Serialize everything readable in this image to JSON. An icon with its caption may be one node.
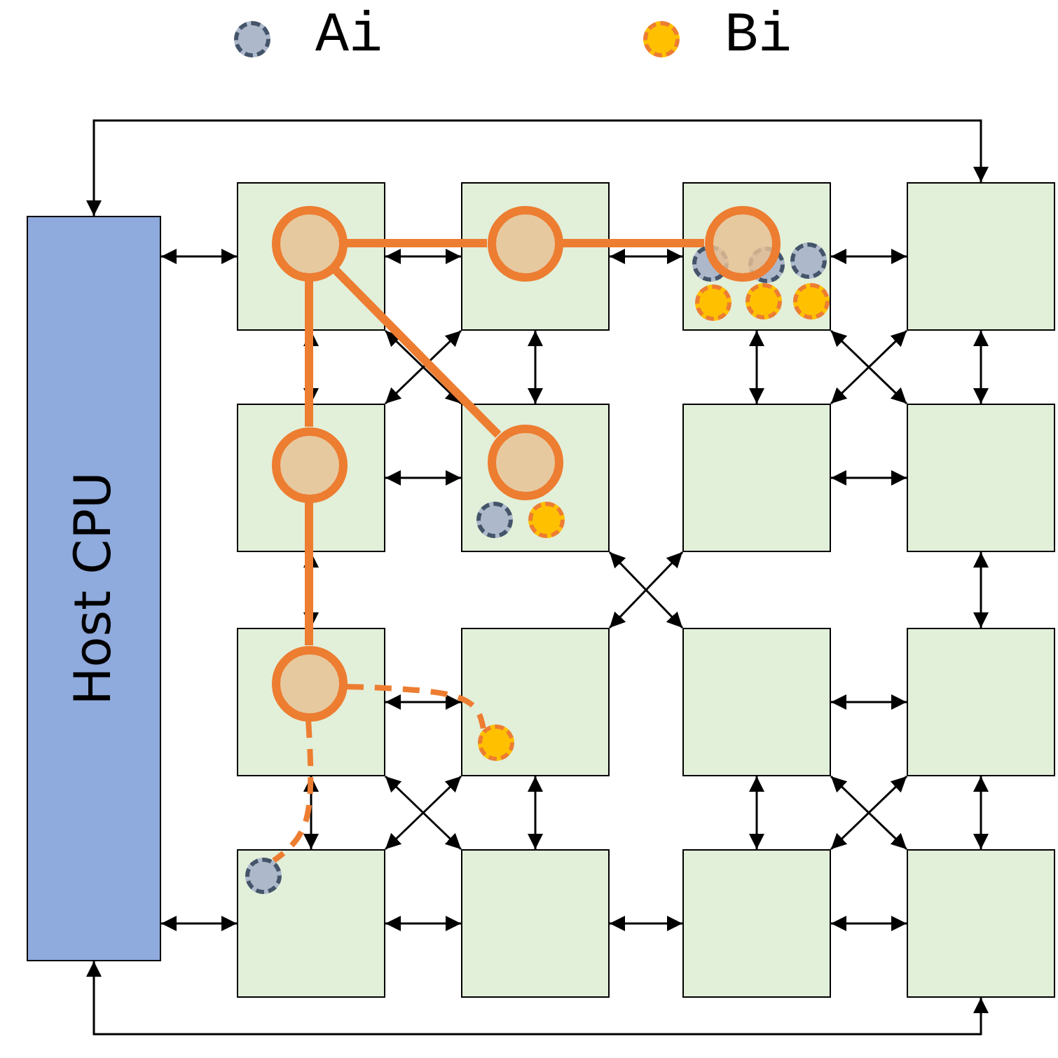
{
  "diagram": {
    "nodes": [
      {
        "text": [
          "Host CPU"
        ]
      },
      {
        "text": [],
        "shape": "box"
      },
      {
        "text": [],
        "shape": "box"
      },
      {
        "text": [],
        "shape": "box"
      },
      {
        "text": [],
        "shape": "box"
      },
      {
        "text": [],
        "shape": "box"
      },
      {
        "text": [],
        "shape": "box"
      },
      {
        "text": [],
        "shape": "box"
      },
      {
        "text": [],
        "shape": "box"
      },
      {
        "text": [],
        "shape": "box"
      },
      {
        "text": [],
        "shape": "box"
      },
      {
        "text": [],
        "shape": "box"
      },
      {
        "text": [],
        "shape": "box"
      },
      {
        "text": [],
        "shape": "box"
      },
      {
        "text": [],
        "shape": "box"
      },
      {
        "text": [],
        "shape": "box"
      },
      {
        "text": [],
        "shape": "box"
      },
      {
        "text": [],
        "shape": "circle",
        "in": 1
      },
      {
        "text": [],
        "shape": "circle",
        "in": 2
      },
      {
        "text": [],
        "shape": "circle",
        "in": 3
      },
      {
        "text": [],
        "shape": "circle",
        "in": 5
      },
      {
        "text": [],
        "shape": "circle",
        "in": 6
      },
      {
        "text": [],
        "shape": "circle",
        "in": 9
      },
      {
        "text": [],
        "shape": "circle",
        "in": 3
      },
      {
        "text": [],
        "shape": "circle",
        "in": 3
      },
      {
        "text": [],
        "shape": "circle",
        "in": 3
      },
      {
        "text": [],
        "shape": "circle",
        "in": 3
      },
      {
        "text": [],
        "shape": "circle",
        "in": 3
      },
      {
        "text": [],
        "shape": "circle",
        "in": 3
      },
      {
        "text": [],
        "shape": "circle",
        "in": 6
      },
      {
        "text": [],
        "shape": "circle",
        "in": 6
      },
      {
        "text": [],
        "shape": "circle",
        "in": 10
      },
      {
        "text": [],
        "shape": "circle",
        "in": 13
      }
    ],
    "edges": [
      {
        "from": 0,
        "to": 1,
        "arrow": "both"
      },
      {
        "from": 0,
        "to": 13,
        "arrow": "both"
      },
      {
        "from": 0,
        "to": 4,
        "arrow": "both"
      },
      {
        "from": 0,
        "to": 16,
        "arrow": "both"
      },
      {
        "from": 1,
        "to": 2,
        "arrow": "both"
      },
      {
        "from": 2,
        "to": 3,
        "arrow": "both"
      },
      {
        "from": 3,
        "to": 4,
        "arrow": "both"
      },
      {
        "from": 5,
        "to": 6,
        "arrow": "both"
      },
      {
        "from": 7,
        "to": 8,
        "arrow": "both"
      },
      {
        "from": 9,
        "to": 10,
        "arrow": "both"
      },
      {
        "from": 11,
        "to": 12,
        "arrow": "both"
      },
      {
        "from": 13,
        "to": 14,
        "arrow": "both"
      },
      {
        "from": 14,
        "to": 15,
        "arrow": "both"
      },
      {
        "from": 15,
        "to": 16,
        "arrow": "both"
      },
      {
        "from": 1,
        "to": 5,
        "arrow": "both"
      },
      {
        "from": 5,
        "to": 9,
        "arrow": "both"
      },
      {
        "from": 9,
        "to": 13,
        "arrow": "both"
      },
      {
        "from": 2,
        "to": 6,
        "arrow": "both"
      },
      {
        "from": 10,
        "to": 14,
        "arrow": "both"
      },
      {
        "from": 3,
        "to": 7,
        "arrow": "both"
      },
      {
        "from": 11,
        "to": 15,
        "arrow": "both"
      },
      {
        "from": 4,
        "to": 8,
        "arrow": "both"
      },
      {
        "from": 8,
        "to": 12,
        "arrow": "both"
      },
      {
        "from": 12,
        "to": 16,
        "arrow": "both"
      },
      {
        "from": 1,
        "to": 6,
        "arrow": "both"
      },
      {
        "from": 2,
        "to": 5,
        "arrow": "both"
      },
      {
        "from": 3,
        "to": 8,
        "arrow": "both"
      },
      {
        "from": 4,
        "to": 7,
        "arrow": "both"
      },
      {
        "from": 6,
        "to": 11,
        "arrow": "both"
      },
      {
        "from": 7,
        "to": 10,
        "arrow": "both"
      },
      {
        "from": 9,
        "to": 14,
        "arrow": "both"
      },
      {
        "from": 10,
        "to": 13,
        "arrow": "both"
      },
      {
        "from": 11,
        "to": 16,
        "arrow": "both"
      },
      {
        "from": 12,
        "to": 15,
        "arrow": "both"
      },
      {
        "from": 17,
        "to": 18,
        "arrow": "none",
        "style": "thick",
        "color": "#ed7d31"
      },
      {
        "from": 18,
        "to": 19,
        "arrow": "none",
        "style": "thick",
        "color": "#ed7d31"
      },
      {
        "from": 17,
        "to": 20,
        "arrow": "none",
        "style": "thick",
        "color": "#ed7d31"
      },
      {
        "from": 17,
        "to": 21,
        "arrow": "none",
        "style": "thick",
        "color": "#ed7d31"
      },
      {
        "from": 20,
        "to": 22,
        "arrow": "none",
        "style": "thick",
        "color": "#ed7d31"
      },
      {
        "from": 22,
        "to": 31,
        "arrow": "none",
        "style": "dashed",
        "color": "#ed7d31"
      },
      {
        "from": 22,
        "to": 32,
        "arrow": "none",
        "style": "dashed",
        "color": "#ed7d31"
      }
    ],
    "legend": [
      {
        "text": "Ai",
        "color": "#adb9ca"
      },
      {
        "text": "Bi",
        "color": "#ffc000"
      }
    ]
  }
}
